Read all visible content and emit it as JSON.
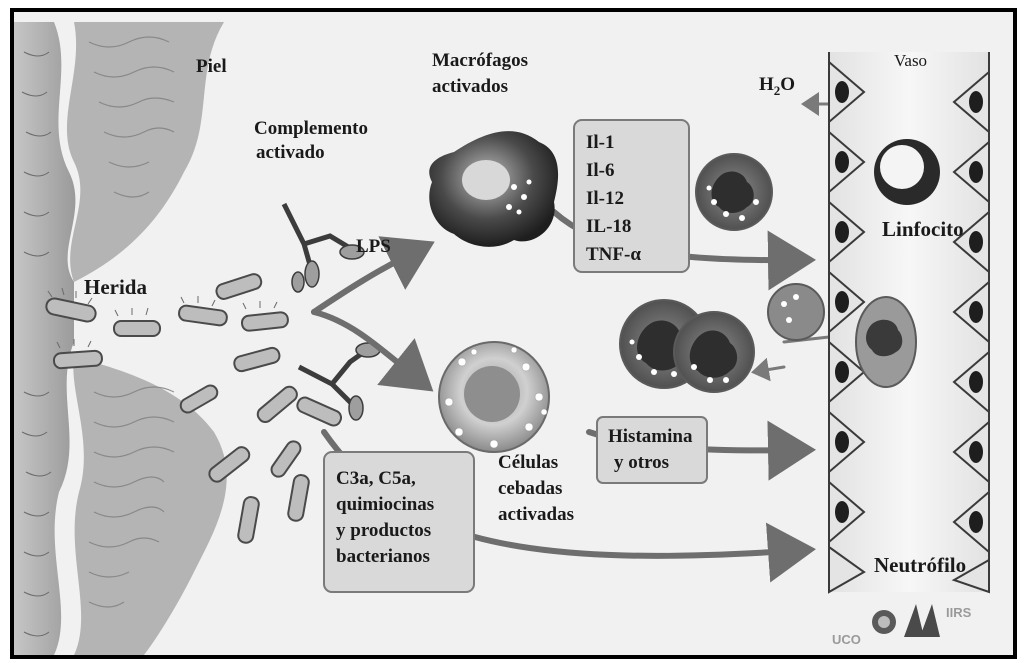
{
  "labels": {
    "piel": "Piel",
    "herida": "Herida",
    "complemento": [
      "Complemento",
      "activado"
    ],
    "lps": "LPS",
    "macrofagos": [
      "Macrófagos",
      "activados"
    ],
    "citoquinas": [
      "Il-1",
      "Il-6",
      "Il-12",
      "IL-18",
      "TNF-α"
    ],
    "vaso": "Vaso",
    "h2o_main": "H",
    "h2o_sub": "2",
    "h2o_tail": "O",
    "linfocito": "Linfocito",
    "histamina": [
      "Histamina",
      "y otros"
    ],
    "celulas": [
      "Células",
      "cebadas",
      "activadas"
    ],
    "c3a": [
      "C3a, C5a,",
      "quimiocinas",
      "y productos",
      "bacterianos"
    ],
    "neutrofilo": "Neutrófilo",
    "logo_left": "UCO",
    "logo_right": "IIRS"
  },
  "colors": {
    "background": "#f1f1f1",
    "border": "#000000",
    "box_fill": "#d9d9d9",
    "arrow": "#6e6e6e",
    "cell_dark": "#3a3a3a",
    "cell_light": "#c8c8c8"
  }
}
